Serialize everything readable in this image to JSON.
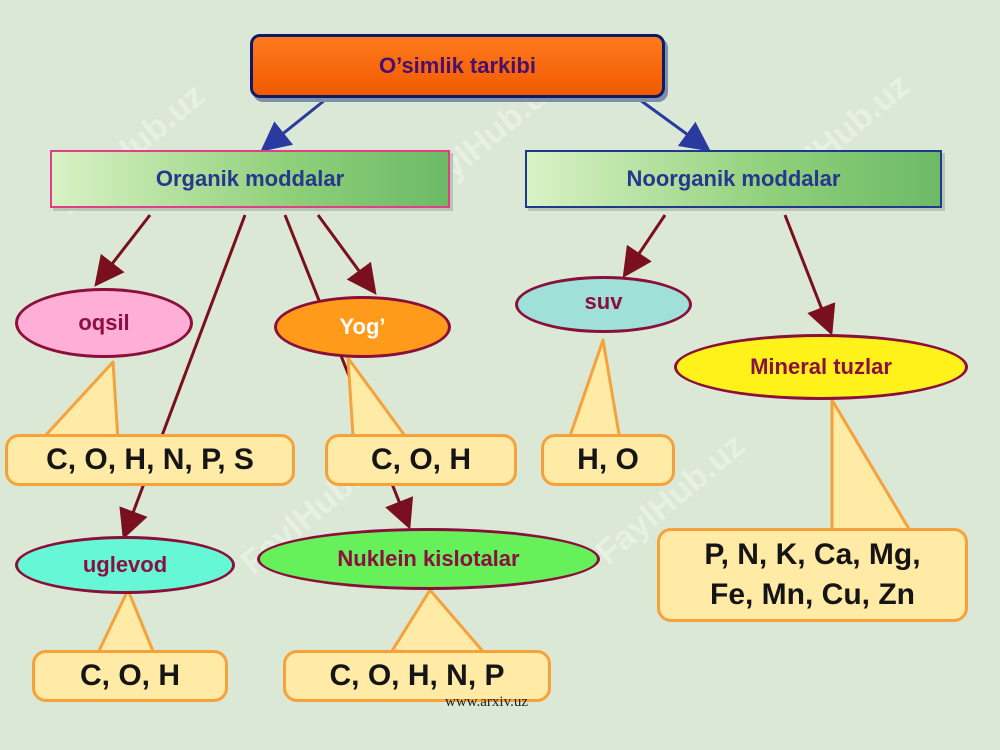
{
  "root": "O’simlik tarkibi",
  "categories": {
    "organic": "Organik moddalar",
    "inorganic": "Noorganik moddalar"
  },
  "nodes": {
    "oqsil": "oqsil",
    "yog": "Yog’",
    "uglevod": "uglevod",
    "nuklein": "Nuklein kislotalar",
    "suv": "suv",
    "mineral": "Mineral tuzlar"
  },
  "elements": {
    "oqsil": "C, O, H, N, P, S",
    "yog": "C, O, H",
    "uglevod": "C, O, H",
    "nuklein": "C, O, H, N, P",
    "suv": "H, O",
    "mineral_line1": "P, N, K, Ca, Mg,",
    "mineral_line2": "Fe, Mn, Cu, Zn"
  },
  "watermark": "FaylHub.uz",
  "footer": "www.arxiv.uz",
  "colors": {
    "background": "#dbe8d5",
    "root_fill": "#f05a00",
    "arrow_blue": "#2a3aa0",
    "arrow_dark_red": "#7a0f1f",
    "oqsil_fill": "#ffaed6",
    "yog_fill": "#ff9a1a",
    "uglevod_fill": "#66f7d6",
    "nuklein_fill": "#66f05a",
    "suv_fill": "#9fe0d8",
    "mineral_fill": "#fff21a",
    "callout_fill": "#ffeaa6"
  }
}
